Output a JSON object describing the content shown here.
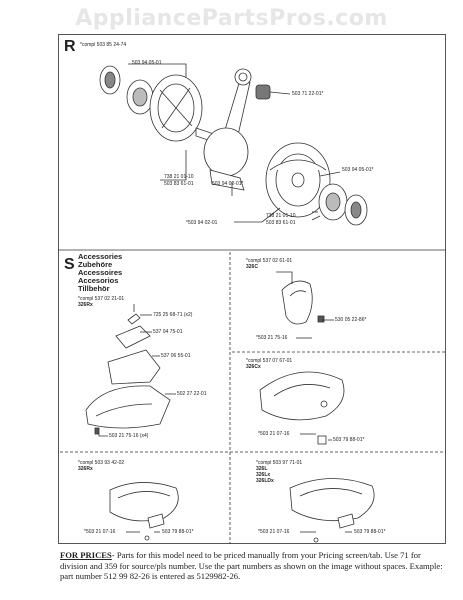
{
  "watermark": "AppliancePartsPros.com",
  "section_r": {
    "letter": "R",
    "compl": "*compl 503 85 24-74",
    "labels": {
      "a": "503 94 05-01",
      "b": "503 71 22-01*",
      "c1": "738 21 01-10",
      "c2": "503 83 61-01",
      "d": "503 94 02-01*",
      "e": "503 94 05-01*",
      "f": "*503 94 02-01",
      "g1": "738 21 01-10",
      "g2": "503 83 61-01"
    }
  },
  "section_s": {
    "letter": "S",
    "accessories": [
      "Accessories",
      "Zubehöre",
      "Accessoires",
      "Accesorios",
      "Tillbehör"
    ],
    "left_compl": "*compl 537 02 21-01",
    "left_model": "326Rx",
    "left_labels": {
      "a": "725 25 68-71 (x2)",
      "b": "537 04 75-01",
      "c": "537 06 55-01",
      "d": "502 27 22-01",
      "e": "503 21 75-16 (x4)"
    },
    "tr_compl": "*compl 537 02 61-01",
    "tr_model": "326C",
    "tr_labels": {
      "a": "530 05 22-86*",
      "b": "*503 21 75-16"
    },
    "mr_compl": "*compl 537 07 67-01",
    "mr_model": "326Cx",
    "mr_labels": {
      "a": "*503 21 07-16",
      "b": "503 79 88-01*"
    },
    "bl_compl": "*compl 503 93 42-02",
    "bl_model": "326Rx",
    "bl_labels": {
      "a": "*503 21 07-16",
      "b": "503 79 88-01*"
    },
    "br_compl": "*compl 503 97 71-01",
    "br_models": [
      "326L",
      "326Lx",
      "326LDx"
    ],
    "br_labels": {
      "a": "*503 21 07-16",
      "b": "503 79 88-01*"
    }
  },
  "footer": {
    "lead": "FOR PRICES",
    "text": "- Parts for this model need to be priced manually from your Pricing screen/tab. Use 71 for division and 359 for source/pls number.  Use the part numbers as shown on the image without spaces.  Example: part number 512 99 82-26 is entered as 5129982-26."
  }
}
